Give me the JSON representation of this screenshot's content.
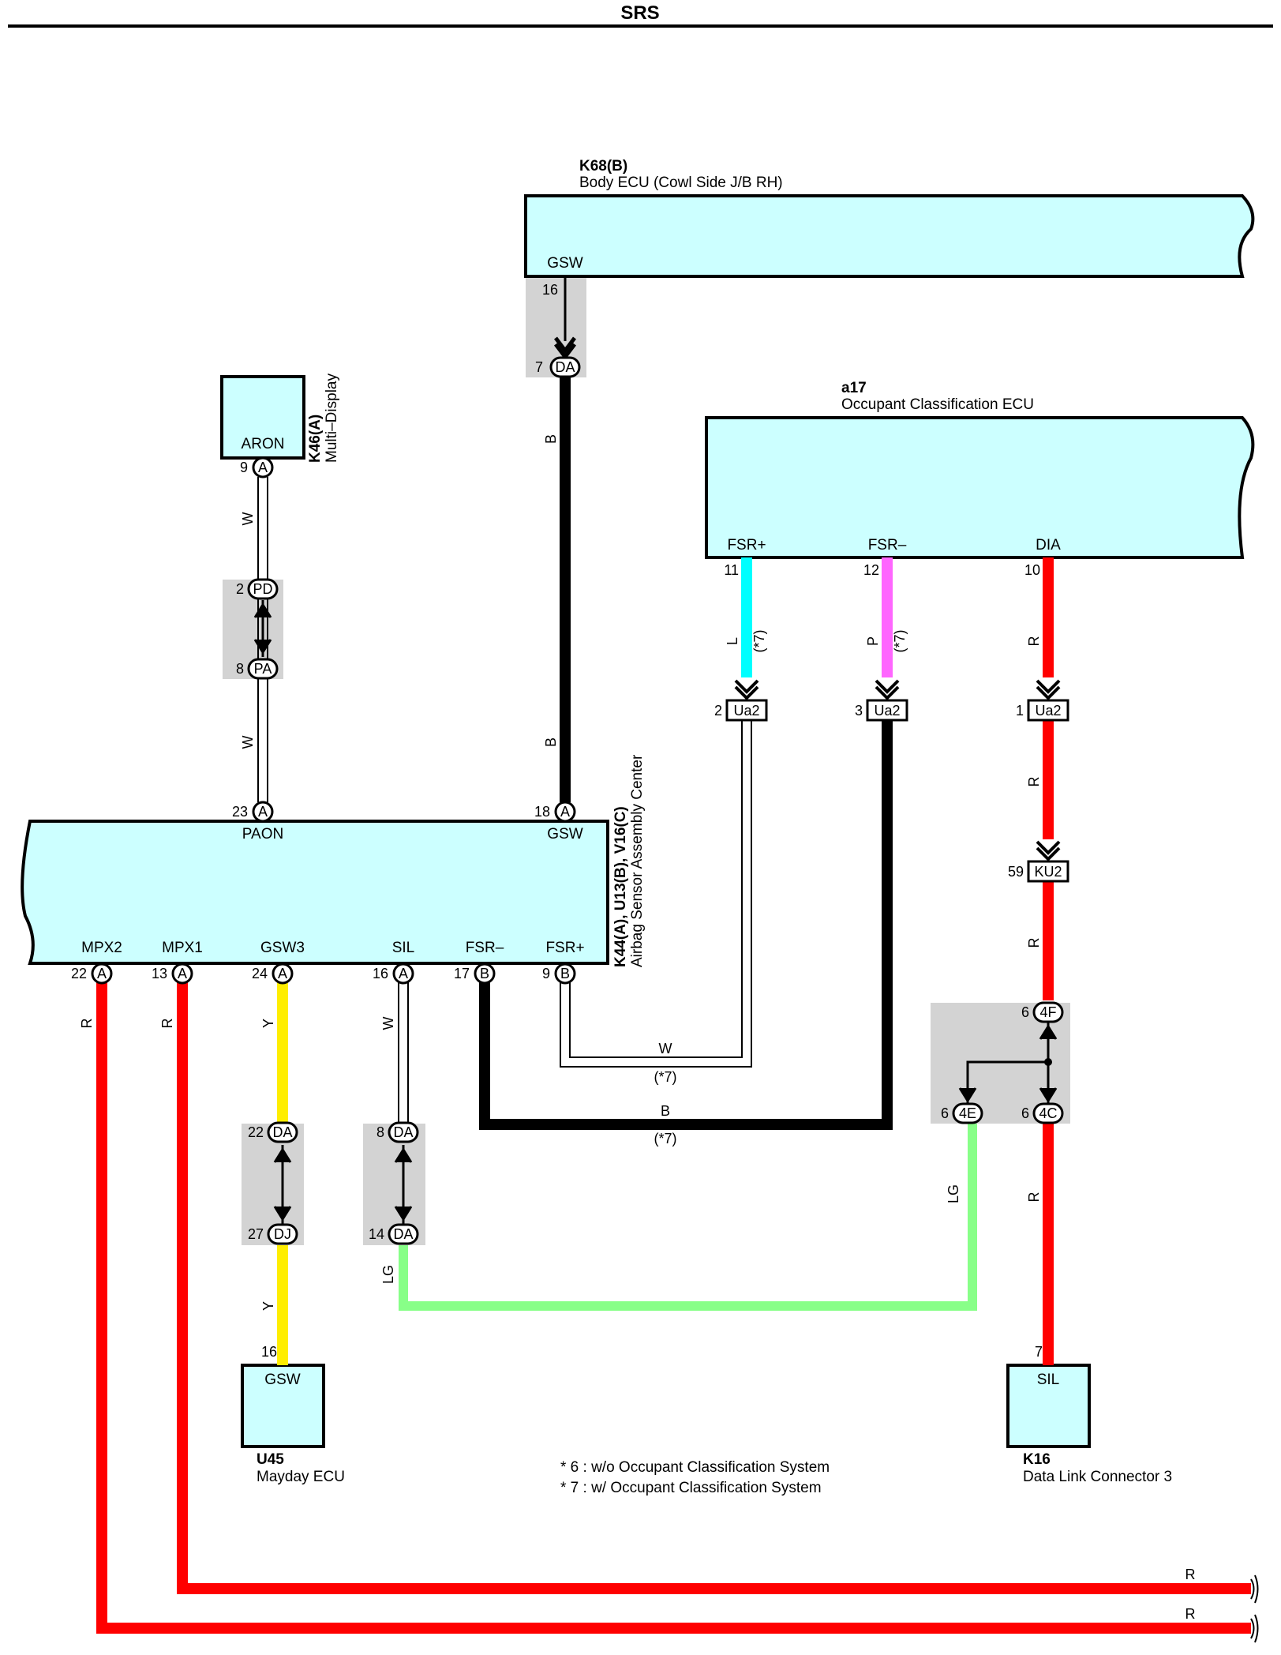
{
  "header": {
    "title": "SRS"
  },
  "components": {
    "body_ecu": {
      "code": "K68(B)",
      "name": "Body ECU (Cowl Side J/B RH)",
      "pin_label": "GSW"
    },
    "occupant_ecu": {
      "code": "a17",
      "name": "Occupant Classification ECU",
      "pins": [
        "FSR+",
        "FSR–",
        "DIA"
      ]
    },
    "multi_display": {
      "code": "K46(A)",
      "name": "Multi–Display",
      "pin_label": "ARON"
    },
    "airbag_center": {
      "code": "K44(A), U13(B), V16(C)",
      "name": "Airbag Sensor Assembly Center",
      "top_pins": [
        "PAON",
        "GSW"
      ],
      "bottom_pins": [
        "MPX2",
        "MPX1",
        "GSW3",
        "SIL",
        "FSR–",
        "FSR+"
      ]
    },
    "mayday_ecu": {
      "code": "U45",
      "name": "Mayday ECU",
      "pin_label": "GSW"
    },
    "dlc": {
      "code": "K16",
      "name": "Data Link Connector 3",
      "pin_label": "SIL"
    }
  },
  "connectors": [
    "A",
    "B",
    "DA",
    "PD",
    "PA",
    "DJ",
    "Ua2",
    "KU2",
    "4F",
    "4E",
    "4C"
  ],
  "pin_numbers": [
    "16",
    "7",
    "9",
    "2",
    "8",
    "23",
    "18",
    "11",
    "12",
    "10",
    "2",
    "3",
    "1",
    "59",
    "22",
    "13",
    "24",
    "16",
    "17",
    "9",
    "6",
    "6",
    "6",
    "22",
    "27",
    "8",
    "14",
    "16",
    "7"
  ],
  "wire_colors": {
    "R": "#ff0000",
    "B": "#000000",
    "W": "#ffffff",
    "L": "#00ffff",
    "P": "#ff66ff",
    "Y": "#ffee00",
    "LG": "#88ff88"
  },
  "wire_labels": {
    "R": "R",
    "B": "B",
    "W": "W",
    "L": "L",
    "P": "P",
    "Y": "Y",
    "LG": "LG"
  },
  "notes": {
    "star7": "(*7)",
    "note6": "* 6 : w/o Occupant Classification System",
    "note7": "* 7 : w/ Occupant Classification System"
  }
}
